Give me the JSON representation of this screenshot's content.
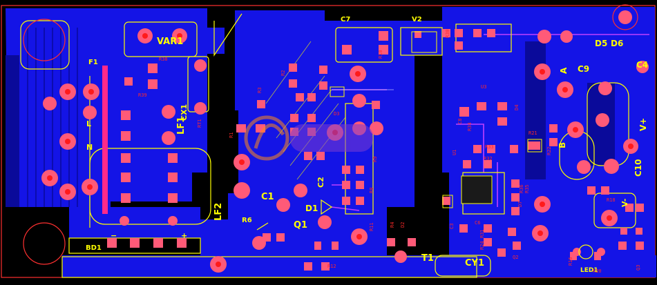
{
  "board": {
    "colors": {
      "background": "#000000",
      "copper_bottom": "#1414e6",
      "copper_dark": "#0a0a9a",
      "pad": "#ff5a78",
      "pad_hole": "#ff1a1a",
      "silkscreen": "#ffff00",
      "designator": "#ff2a2a",
      "trace": "#c040ff",
      "outline": "#ff3030",
      "fuse_bar": "#ff2a8a"
    },
    "labels": {
      "var1": "VAR1",
      "lf1": "LF1",
      "lf2": "LF2",
      "cx1": "CX1",
      "c1": "C1",
      "c2": "C2",
      "c4": "C4",
      "c7": "C7",
      "c9": "C9",
      "c10": "C10",
      "d1": "D1",
      "d5": "D5",
      "d6": "D6",
      "q1": "Q1",
      "r6": "R6",
      "t1": "T1",
      "cy1": "CY1",
      "v2": "V2",
      "f1": "F1",
      "l": "L",
      "n": "N",
      "bd1": "BD1",
      "a": "A",
      "b": "B",
      "vplus": "V+",
      "vminus": "V-",
      "led1": "LED1",
      "minus": "−",
      "plus": "+"
    },
    "small_refs": {
      "r38": "R38",
      "r39": "R39",
      "rt1": "RT1",
      "r1": "R1",
      "r3": "R3",
      "r2": "R2",
      "d3": "D3",
      "r9": "R9",
      "r8": "R8",
      "r10": "R10",
      "r11": "R11",
      "r12": "R12",
      "d2": "D2",
      "r4": "R4",
      "u1": "U1",
      "c3": "C3",
      "r33": "R33",
      "r32": "R32",
      "d4": "D4",
      "c6": "C6",
      "u3": "U3",
      "r21": "R21",
      "r22": "R22",
      "r35": "R35",
      "r36": "R36",
      "d7": "D7",
      "c8": "C8",
      "r34": "R34",
      "q2": "Q2",
      "r16": "R16",
      "r30": "R30",
      "r31": "R31",
      "r24": "R24",
      "r18": "R18",
      "r20": "R20",
      "q3": "Q3"
    }
  }
}
